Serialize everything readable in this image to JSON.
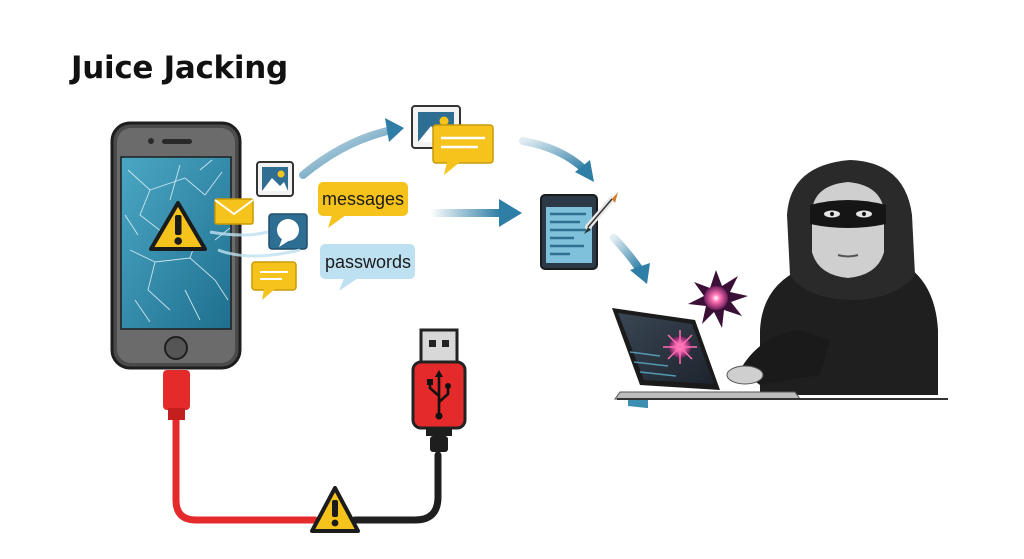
{
  "title": "Juice Jacking",
  "labels": {
    "messages": "messages",
    "passwords": "passwords"
  },
  "icons": {
    "phone": "smartphone-icon",
    "warning": "warning-icon",
    "image": "image-icon",
    "mail": "envelope-icon",
    "chat": "chat-bubble-icon",
    "document": "document-icon",
    "usb": "usb-plug-icon",
    "hacker": "hooded-hacker-icon",
    "laptop": "laptop-icon",
    "burst": "explosion-burst-icon"
  },
  "colors": {
    "accent_yellow": "#F6C31C",
    "arrow_blue": "#2F7EA6",
    "bubble_blue": "#BDE1F1",
    "cable_red": "#E42A2A",
    "cable_black": "#1E1E1E",
    "screen_teal": "#2D8BAA"
  }
}
